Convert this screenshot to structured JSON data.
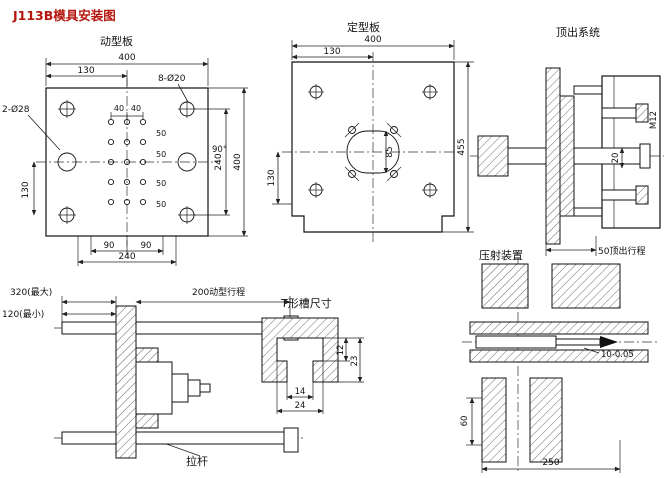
{
  "title": "J113B模具安装图",
  "labels": {
    "moving_platen": "动型板",
    "fixed_platen": "定型板",
    "ejection": "顶出系统",
    "injection": "压射装置",
    "t_slot": "T形槽尺寸",
    "tie_rod": "拉杆"
  },
  "moving_platen": {
    "width": "400",
    "top_130": "130",
    "holes_small": "8-Ø20",
    "holes_big": "2-Ø28",
    "d40a": "40",
    "d40b": "40",
    "d50a": "50",
    "d50b": "50",
    "d50c": "50",
    "d50d": "50",
    "left_130": "130",
    "right_240": "240",
    "right_400": "400",
    "angle": "90°",
    "bottom_90a": "90",
    "bottom_90b": "90",
    "bottom_240": "240"
  },
  "fixed_platen": {
    "width": "400",
    "top_130": "130",
    "left_130": "130",
    "center_85": "85",
    "height_455": "455"
  },
  "ejection": {
    "thread": "M12",
    "d20": "20",
    "stroke": "50顶出行程"
  },
  "side_view": {
    "max_open": "320(最大)",
    "min_open": "120(最小)",
    "stroke": "200动型行程"
  },
  "t_slot": {
    "d12": "12",
    "d23": "23",
    "d14": "14",
    "d24": "24"
  },
  "injection": {
    "d10": "10-0.05",
    "d60": "60",
    "d250": "250"
  }
}
